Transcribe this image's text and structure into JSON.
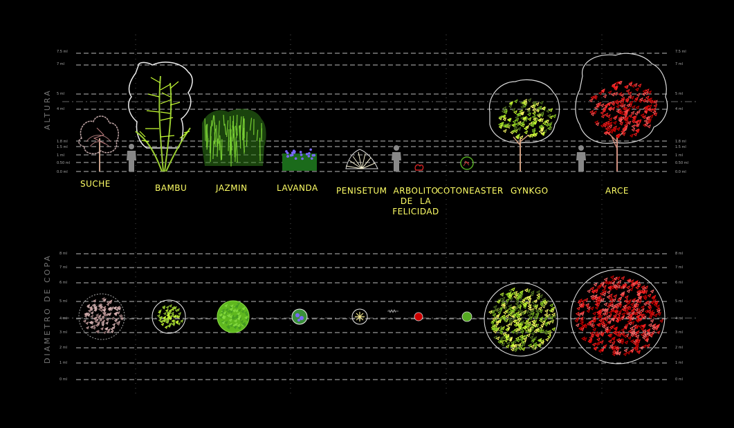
{
  "elevation": {
    "axis_title": "ALTURA",
    "tick_labels": [
      "7.5 ml",
      "7 ml",
      "5 ml",
      "4 ml",
      "1.8 ml",
      "1.5 ml",
      "1 ml",
      "0.50 ml",
      "0.0 ml"
    ]
  },
  "plan": {
    "axis_title": "DIAMETRO DE COPA",
    "tick_labels": [
      "8 ml",
      "7 ml",
      "6 ml",
      "5 ml",
      "4 ml",
      "3 ml",
      "2 ml",
      "1 ml",
      "0 ml"
    ]
  },
  "plants": [
    {
      "name": "SUCHE",
      "color": "#c8a0a0"
    },
    {
      "name": "BAMBU",
      "color": "#9acd32"
    },
    {
      "name": "JAZMIN",
      "color": "#66cc33"
    },
    {
      "name": "LAVANDA",
      "color": "#6a5acd"
    },
    {
      "name": "PENISETUM",
      "color": "#f5f5dc"
    },
    {
      "name": "ARBOLITO DE LA FELICIDAD",
      "color": "#cc0000"
    },
    {
      "name": "COTONEASTER",
      "color": "#55aa22"
    },
    {
      "name": "GYNKGO",
      "color": "#ccff33"
    },
    {
      "name": "ARCE",
      "color": "#ee1111"
    }
  ]
}
